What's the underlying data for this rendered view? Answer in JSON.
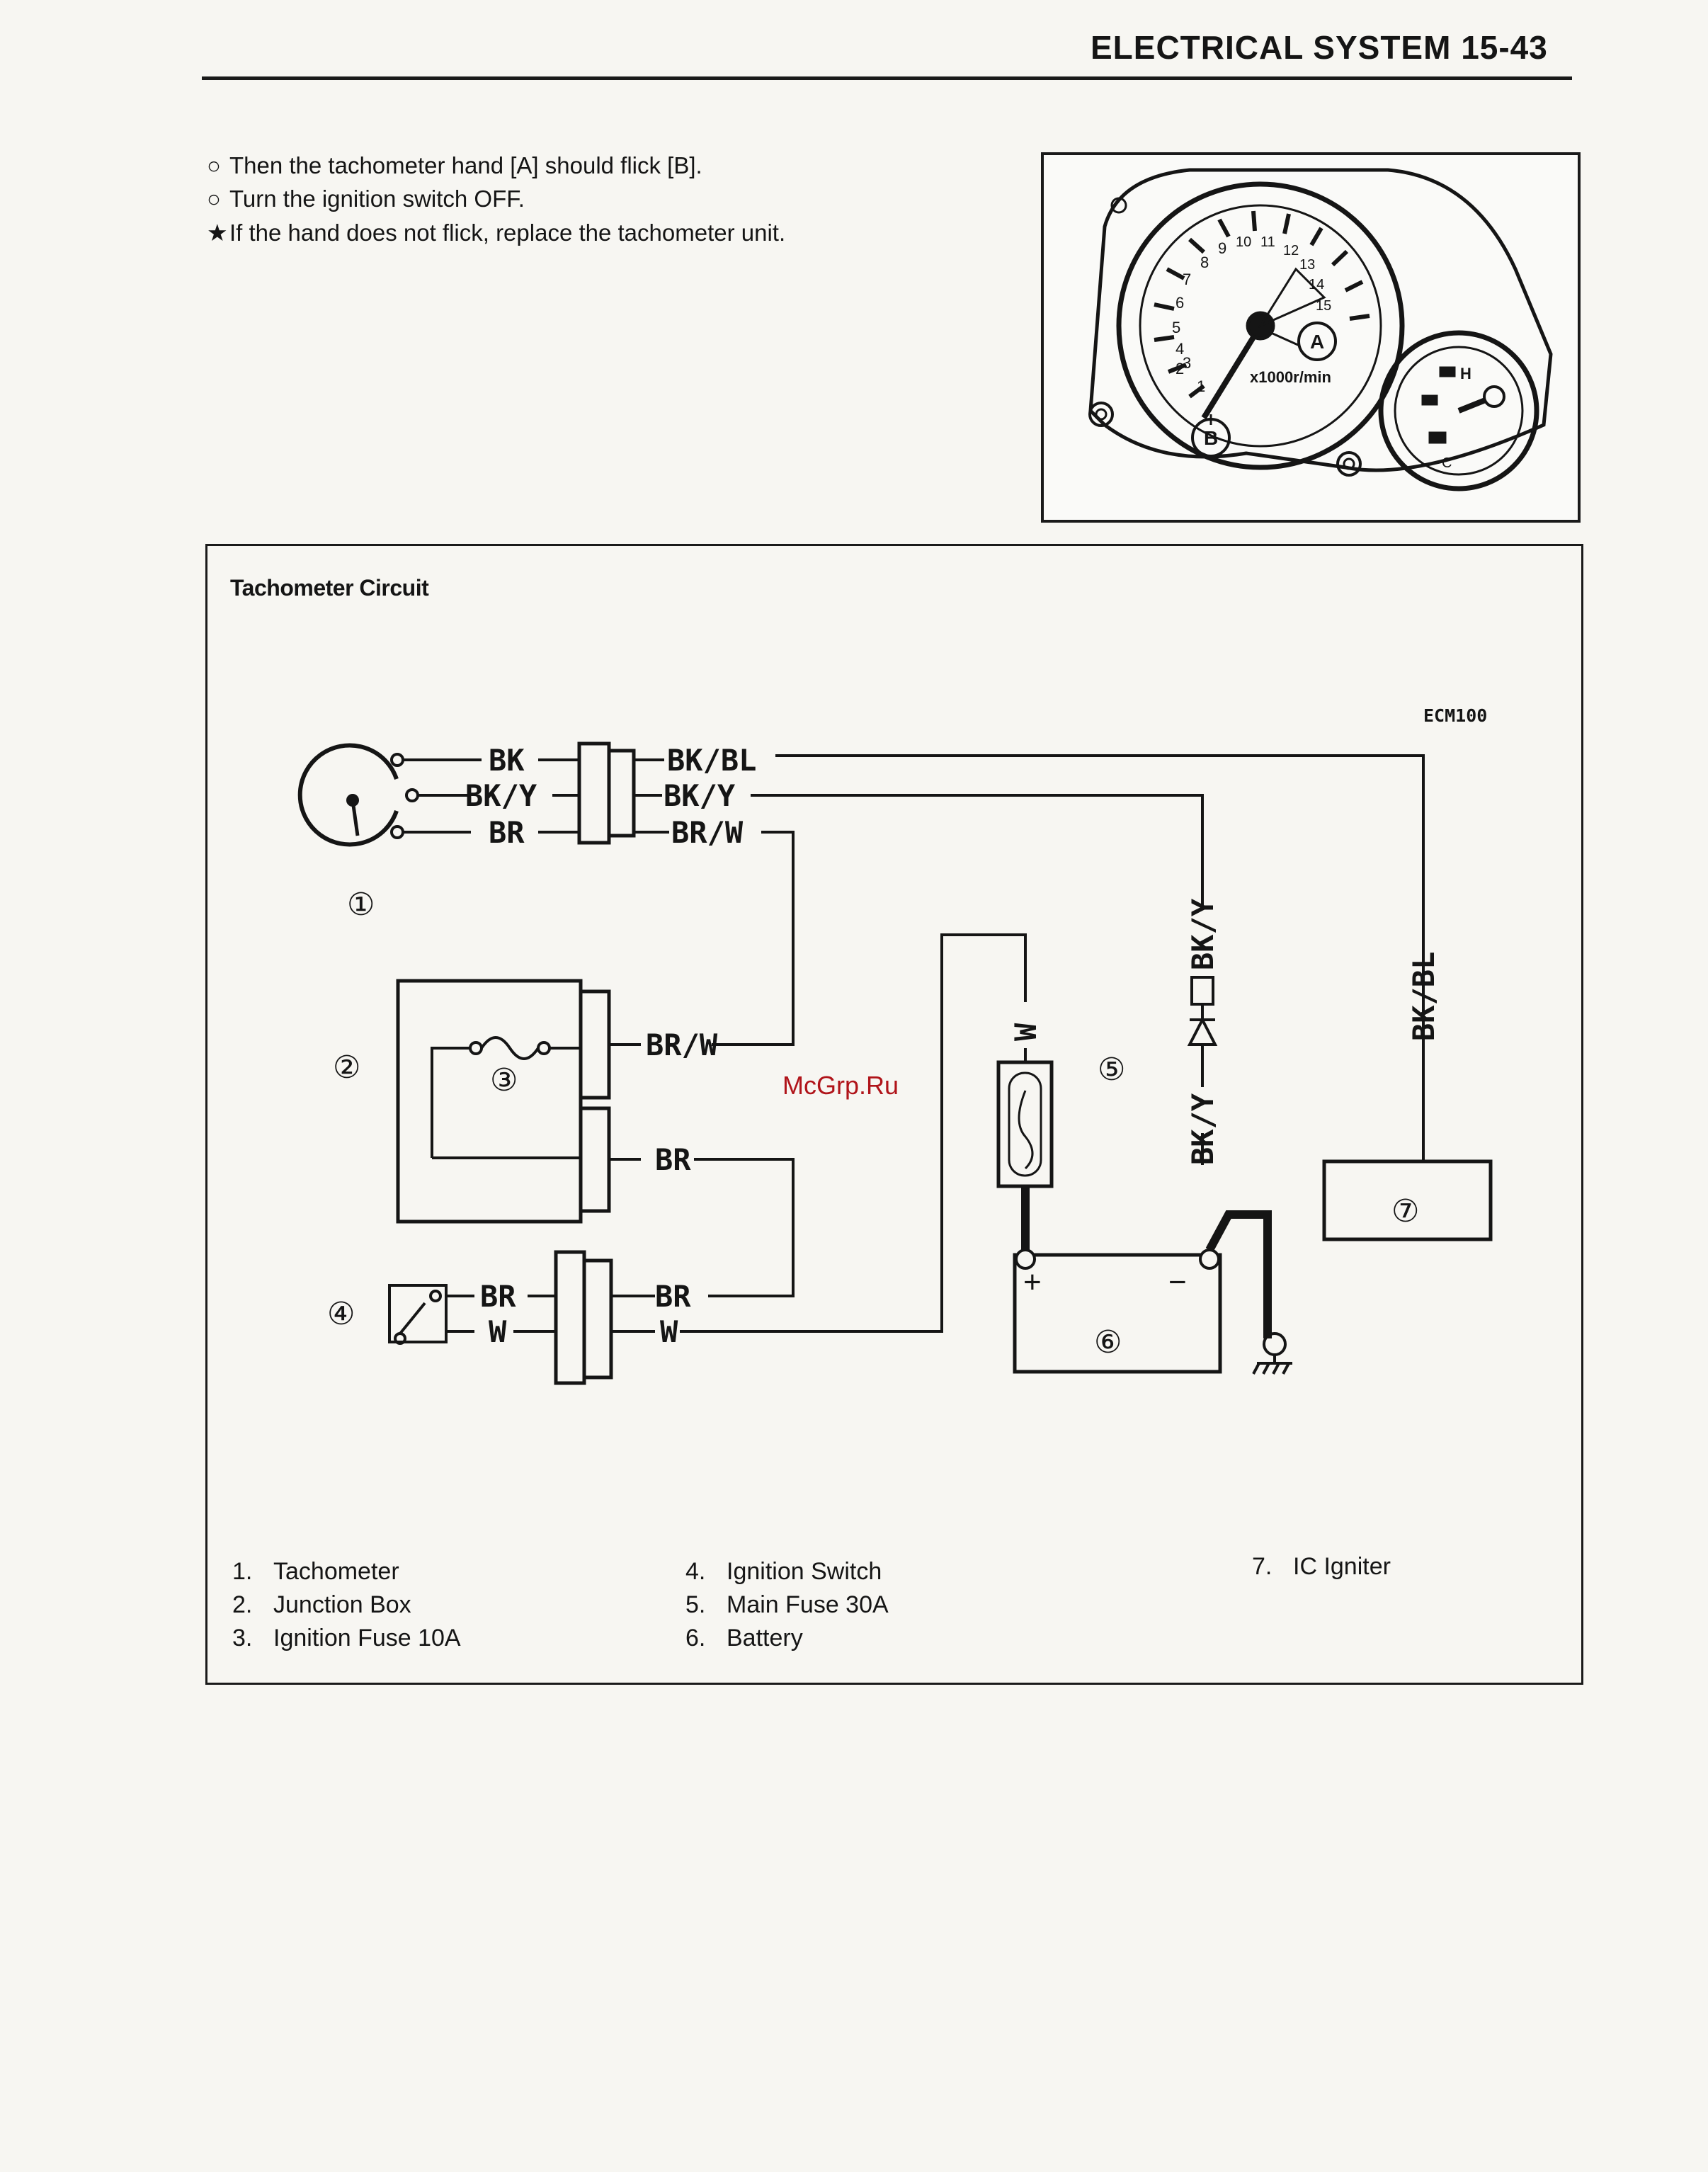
{
  "header": {
    "title": "ELECTRICAL SYSTEM  15-43"
  },
  "steps": [
    {
      "mark": "○",
      "text": "Then the tachometer hand [A] should flick [B]."
    },
    {
      "mark": "○",
      "text": "Turn the ignition switch OFF."
    },
    {
      "mark": "★",
      "text": "If the hand does not flick, replace the tachometer unit."
    }
  ],
  "gauge_photo": {
    "tach_numbers": [
      "1",
      "2",
      "3",
      "4",
      "5",
      "6",
      "7",
      "8",
      "9",
      "10",
      "11",
      "12",
      "13",
      "14",
      "15"
    ],
    "tach_unit": "x1000r/min",
    "callout_a": "A",
    "callout_b": "B",
    "temp_high": "H",
    "temp_cold": "C"
  },
  "circuit": {
    "title": "Tachometer Circuit",
    "code": "ECM100",
    "wires": {
      "bk": "BK",
      "bk_y": "BK/Y",
      "br": "BR",
      "bk_bl": "BK/BL",
      "br_w": "BR/W",
      "w": "W",
      "vert_bk_y": "BK/Y",
      "vert_bk_bl": "BK/BL",
      "vert_w": "W",
      "vert_bk_y_lower": "BK/Y"
    },
    "component_numbers": [
      "①",
      "②",
      "③",
      "④",
      "⑤",
      "⑥",
      "⑦"
    ],
    "battery_plus": "+",
    "battery_minus": "−",
    "legend": [
      {
        "n": "1.",
        "label": "Tachometer"
      },
      {
        "n": "2.",
        "label": "Junction Box"
      },
      {
        "n": "3.",
        "label": "Ignition Fuse 10A"
      },
      {
        "n": "4.",
        "label": "Ignition Switch"
      },
      {
        "n": "5.",
        "label": "Main Fuse 30A"
      },
      {
        "n": "6.",
        "label": "Battery"
      },
      {
        "n": "7.",
        "label": "IC Igniter"
      }
    ]
  },
  "watermark": "McGrp.Ru"
}
